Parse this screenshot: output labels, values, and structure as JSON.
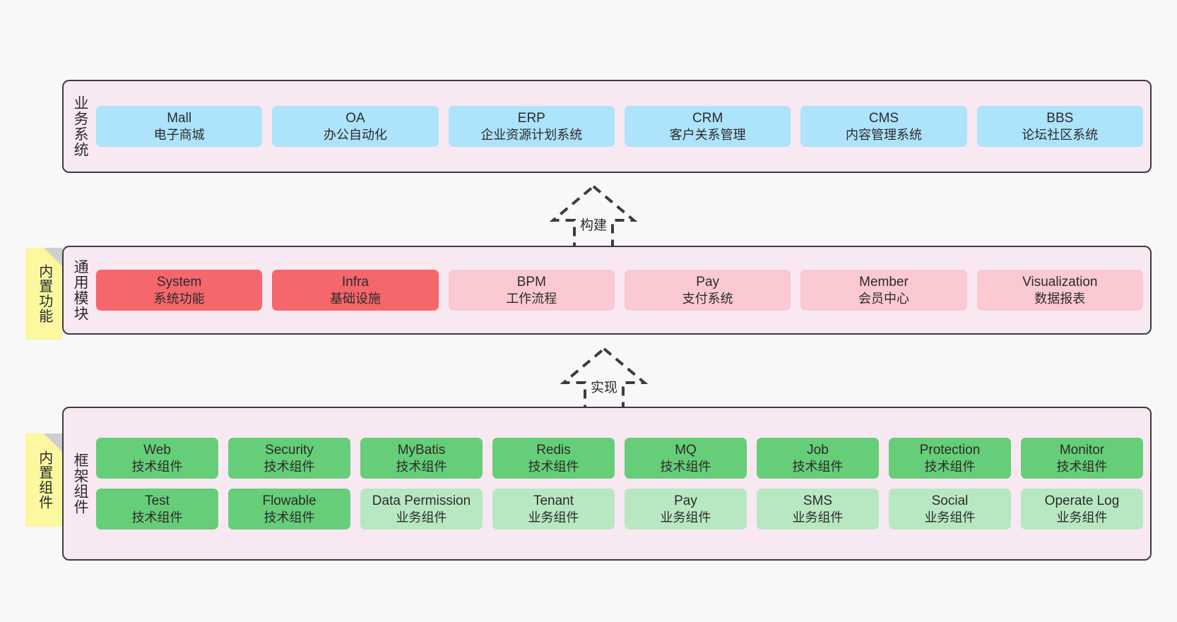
{
  "diagram": {
    "background_color": "#f8f8f8",
    "layer_fill": "#f8e8f2",
    "layer_border": "#3c3c3c",
    "note_color": "#fbf8a0"
  },
  "layers": [
    {
      "id": "business",
      "title": "业务系统",
      "note": null,
      "rows": [
        {
          "items": [
            {
              "en": "Mall",
              "cn": "电子商城",
              "color": "#ade3fb",
              "tone": "blue"
            },
            {
              "en": "OA",
              "cn": "办公自动化",
              "color": "#ade3fb",
              "tone": "blue"
            },
            {
              "en": "ERP",
              "cn": "企业资源计划系统",
              "color": "#ade3fb",
              "tone": "blue"
            },
            {
              "en": "CRM",
              "cn": "客户关系管理",
              "color": "#ade3fb",
              "tone": "blue"
            },
            {
              "en": "CMS",
              "cn": "内容管理系统",
              "color": "#ade3fb",
              "tone": "blue"
            },
            {
              "en": "BBS",
              "cn": "论坛社区系统",
              "color": "#ade3fb",
              "tone": "blue"
            }
          ]
        }
      ]
    },
    {
      "id": "common-module",
      "title": "通用模块",
      "note": "内置功能",
      "rows": [
        {
          "items": [
            {
              "en": "System",
              "cn": "系统功能",
              "color": "#f4676b",
              "tone": "red"
            },
            {
              "en": "Infra",
              "cn": "基础设施",
              "color": "#f4676b",
              "tone": "red"
            },
            {
              "en": "BPM",
              "cn": "工作流程",
              "color": "#fbc9d1",
              "tone": "pink"
            },
            {
              "en": "Pay",
              "cn": "支付系统",
              "color": "#fbc9d1",
              "tone": "pink"
            },
            {
              "en": "Member",
              "cn": "会员中心",
              "color": "#fbc9d1",
              "tone": "pink"
            },
            {
              "en": "Visualization",
              "cn": "数据报表",
              "color": "#fbc9d1",
              "tone": "pink"
            }
          ]
        }
      ]
    },
    {
      "id": "framework-component",
      "title": "框架组件",
      "note": "内置组件",
      "rows": [
        {
          "items": [
            {
              "en": "Web",
              "cn": "技术组件",
              "color": "#66ce78",
              "tone": "green"
            },
            {
              "en": "Security",
              "cn": "技术组件",
              "color": "#66ce78",
              "tone": "green"
            },
            {
              "en": "MyBatis",
              "cn": "技术组件",
              "color": "#66ce78",
              "tone": "green"
            },
            {
              "en": "Redis",
              "cn": "技术组件",
              "color": "#66ce78",
              "tone": "green"
            },
            {
              "en": "MQ",
              "cn": "技术组件",
              "color": "#66ce78",
              "tone": "green"
            },
            {
              "en": "Job",
              "cn": "技术组件",
              "color": "#66ce78",
              "tone": "green"
            },
            {
              "en": "Protection",
              "cn": "技术组件",
              "color": "#66ce78",
              "tone": "green"
            },
            {
              "en": "Monitor",
              "cn": "技术组件",
              "color": "#66ce78",
              "tone": "green"
            }
          ]
        },
        {
          "items": [
            {
              "en": "Test",
              "cn": "技术组件",
              "color": "#66ce78",
              "tone": "green"
            },
            {
              "en": "Flowable",
              "cn": "技术组件",
              "color": "#66ce78",
              "tone": "green"
            },
            {
              "en": "Data Permission",
              "cn": "业务组件",
              "color": "#b8e8c2",
              "tone": "lightgreen"
            },
            {
              "en": "Tenant",
              "cn": "业务组件",
              "color": "#b8e8c2",
              "tone": "lightgreen"
            },
            {
              "en": "Pay",
              "cn": "业务组件",
              "color": "#b8e8c2",
              "tone": "lightgreen"
            },
            {
              "en": "SMS",
              "cn": "业务组件",
              "color": "#b8e8c2",
              "tone": "lightgreen"
            },
            {
              "en": "Social",
              "cn": "业务组件",
              "color": "#b8e8c2",
              "tone": "lightgreen"
            },
            {
              "en": "Operate Log",
              "cn": "业务组件",
              "color": "#b8e8c2",
              "tone": "lightgreen"
            }
          ]
        }
      ]
    }
  ],
  "connectors": [
    {
      "id": "build",
      "label": "构建",
      "direction": "up"
    },
    {
      "id": "implement",
      "label": "实现",
      "direction": "up"
    }
  ]
}
